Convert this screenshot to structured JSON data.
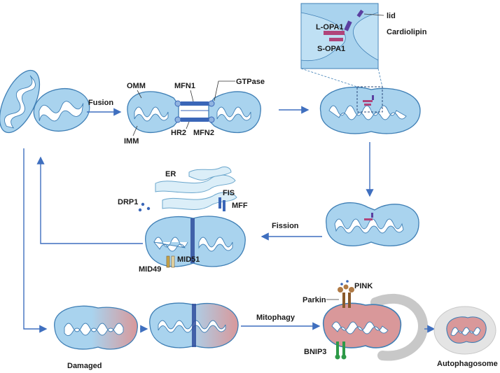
{
  "labels": {
    "fusion": "Fusion",
    "omm": "OMM",
    "imm": "IMM",
    "mfn1": "MFN1",
    "mfn2": "MFN2",
    "hr2": "HR2",
    "gtpase": "GTPase",
    "lid": "lid",
    "cardiolipin": "Cardiolipin",
    "l_opa1": "L-OPA1",
    "s_opa1": "S-OPA1",
    "er": "ER",
    "drp1": "DRP1",
    "fis": "FIS",
    "mff": "MFF",
    "mid49": "MID49",
    "mid51": "MID51",
    "fission": "Fission",
    "mitophagy": "Mitophagy",
    "parkin": "Parkin",
    "pink": "PINK",
    "bnip3": "BNIP3",
    "damaged": "Damaged",
    "autophagosome": "Autophagosome"
  },
  "colors": {
    "membrane_fill": "#a9d3ee",
    "membrane_stroke": "#3f7fb5",
    "damaged_fill": "#d9989a",
    "arrow": "#3f6fbf",
    "mfn_bar": "#3a66b8",
    "opa1_long": "#b0447a",
    "lid": "#5b3fa0",
    "drp1_ring": "#2e4c9c",
    "er_fill": "#dbeef8",
    "pink_parkin": "#8a5a2b",
    "bnip3": "#2e9a48",
    "phagophore": "#c8c8c8"
  }
}
